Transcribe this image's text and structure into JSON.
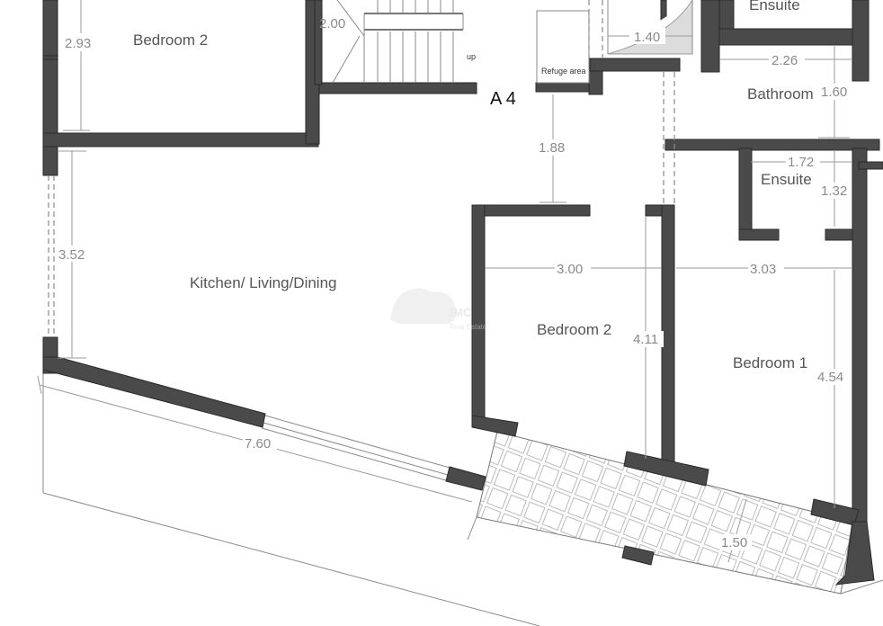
{
  "rooms": {
    "bedroom2_top": "Bedroom 2",
    "ensuite_top": "Ensuite",
    "bathroom": "Bathroom",
    "ensuite": "Ensuite",
    "kitchen": "Kitchen/ Living/Dining",
    "bedroom2": "Bedroom 2",
    "bedroom1": "Bedroom 1"
  },
  "labels": {
    "unit": "A 4",
    "refuge": "Refuge area",
    "up": "up"
  },
  "dimensions": {
    "d293": "2.93",
    "d200": "2.00",
    "d140": "1.40",
    "d226": "2.26",
    "d160": "1.60",
    "d188": "1.88",
    "d172": "1.72",
    "d132": "1.32",
    "d352": "3.52",
    "d300": "3.00",
    "d303": "3.03",
    "d411": "4.11",
    "d454": "4.54",
    "d760": "7.60",
    "d150": "1.50"
  },
  "colors": {
    "wall": "#4a4a4a",
    "text": "#555555",
    "dimension": "#8a8a8a"
  }
}
